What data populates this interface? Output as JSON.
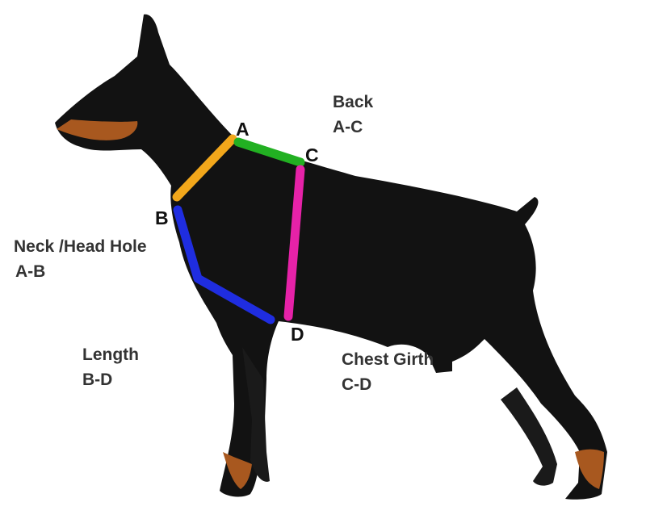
{
  "points": {
    "a": "A",
    "b": "B",
    "c": "C",
    "d": "D"
  },
  "labels": {
    "back": {
      "title": "Back",
      "range": "A-C"
    },
    "neck": {
      "title": "Neck /Head Hole",
      "range": "A-B"
    },
    "length": {
      "title": "Length",
      "range": "B-D"
    },
    "chest": {
      "title": "Chest Girth",
      "range": "C-D"
    }
  },
  "colors": {
    "neck_line": "#f2a71b",
    "back_line": "#22b022",
    "chest_line": "#e622a8",
    "length_line": "#1f2de0",
    "dog_coat": "#121212",
    "dog_tan": "#a8581f",
    "label_text": "#333333"
  }
}
